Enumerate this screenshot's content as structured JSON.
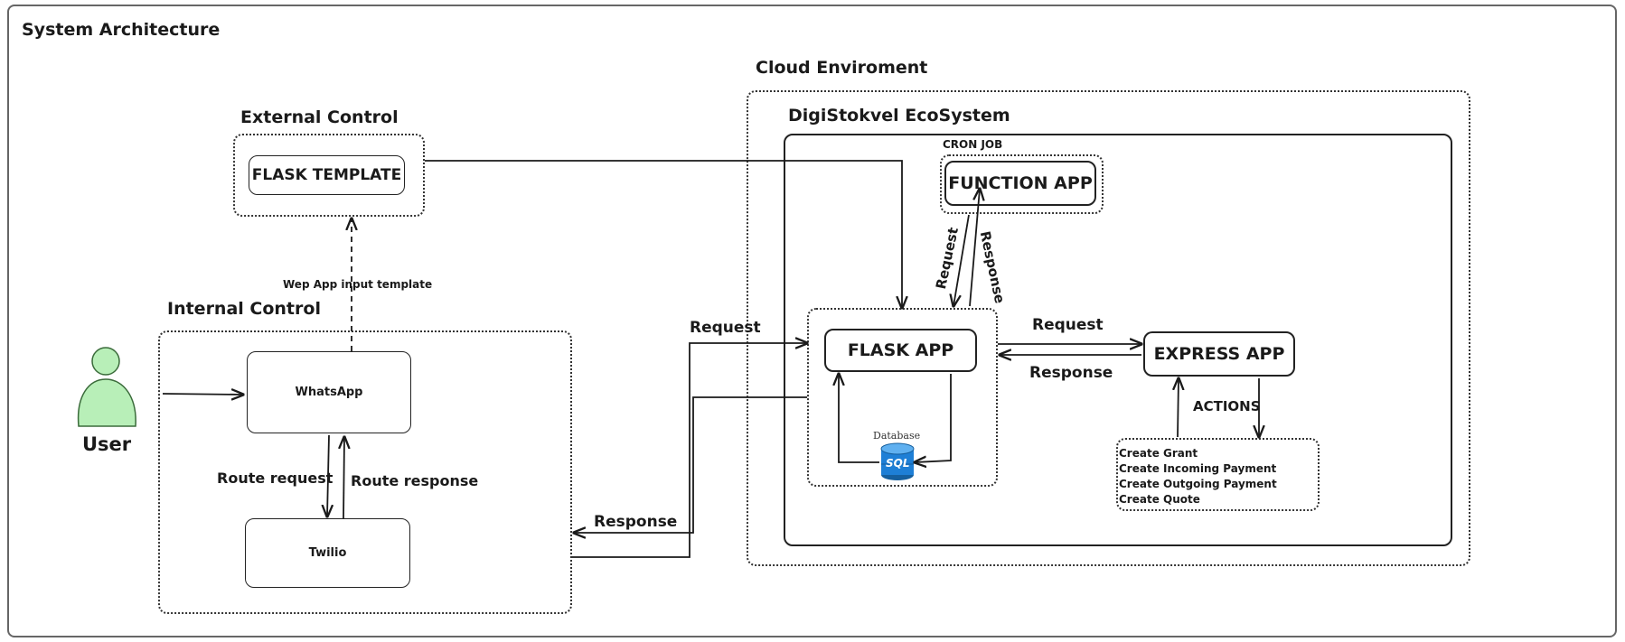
{
  "title": "System Architecture",
  "cloud": {
    "label": "Cloud Enviroment",
    "ecosystem_label": "DigiStokvel EcoSystem"
  },
  "external": {
    "label": "External Control",
    "flask_template": "FLASK TEMPLATE"
  },
  "internal": {
    "label": "Internal Control",
    "whatsapp": "WhatsApp",
    "twilio": "Twilio",
    "route_request": "Route request",
    "route_response": "Route response"
  },
  "user": {
    "label": "User"
  },
  "edges": {
    "web_app_input": "Wep App input template",
    "request_left": "Request",
    "response_left": "Response",
    "request_right": "Request",
    "response_right": "Response",
    "request_vertical": "Request",
    "response_vertical": "Response"
  },
  "cron": {
    "label": "CRON JOB",
    "function_app": "FUNCTION APP"
  },
  "flask_app": {
    "label": "FLASK APP",
    "database_label": "Database",
    "db_icon_text": "SQL"
  },
  "express_app": {
    "label": "EXPRESS APP",
    "actions_label": "ACTIONS",
    "actions": [
      "Create Grant",
      "Create Incoming Payment",
      "Create Outgoing Payment",
      "Create Quote"
    ]
  },
  "colors": {
    "user_fill": "#b8efb8",
    "user_stroke": "#3a6b3a",
    "db_blue": "#1e7fd6",
    "line": "#1a1a1a"
  }
}
